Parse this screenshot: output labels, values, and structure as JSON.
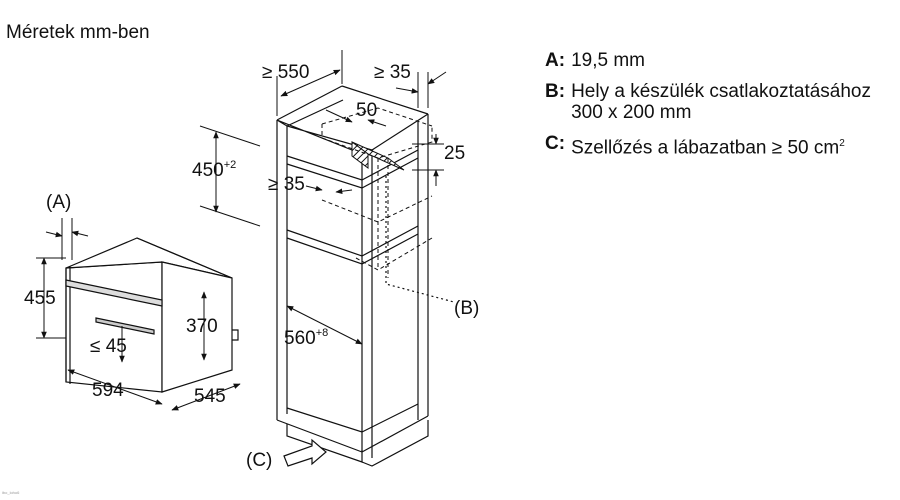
{
  "title": "Méretek mm-ben",
  "legend": [
    {
      "key": "A:",
      "text": "19,5 mm"
    },
    {
      "key": "B:",
      "text": "Hely a készülék csatlakoztatásához 300 x 200 mm"
    },
    {
      "key": "C:",
      "text": "Szellőzés a lábazatban ≥ 50 cm",
      "sup": "2"
    }
  ],
  "dimensions": {
    "oven_height": "455",
    "oven_width": "594",
    "oven_depth": "545",
    "oven_inner": "370",
    "handle_gap": "≤ 45",
    "cabinet_depth": "≥ 550",
    "cabinet_rear_gap": "≥ 35",
    "vent_gap": "≥ 35",
    "top_cut": "50",
    "rear_cut": "25",
    "niche_height": "450",
    "niche_height_tol": "+2",
    "niche_width": "560",
    "niche_width_tol": "+8"
  },
  "labels": {
    "A": "(A)",
    "B": "(B)",
    "C": "(C)"
  },
  "footnote": "ibo_loho6"
}
